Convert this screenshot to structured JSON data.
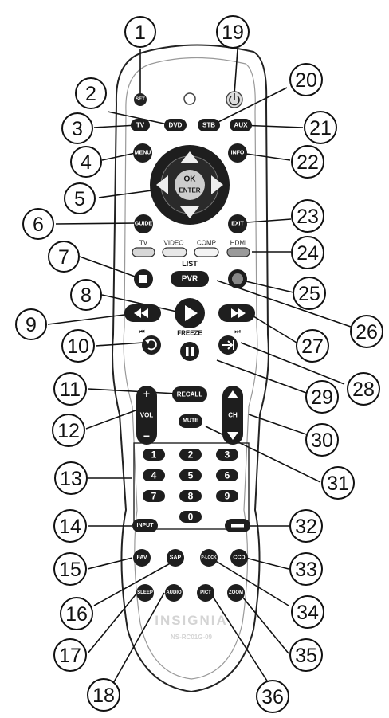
{
  "remote": {
    "brand": "INSIGNIA",
    "model": "NS-RC01G-09"
  },
  "buttons": {
    "set": "SET",
    "tv": "TV",
    "dvd": "DVD",
    "stb": "STB",
    "aux": "AUX",
    "menu": "MENU",
    "info": "INFO",
    "ok": "OK",
    "enter": "ENTER",
    "guide": "GUIDE",
    "exit": "EXIT",
    "source_tv": "TV",
    "source_video": "VIDEO",
    "source_comp": "COMP",
    "source_hdmi": "HDMI",
    "list": "LIST",
    "pvr": "PVR",
    "freeze": "FREEZE",
    "recall": "RECALL",
    "vol": "VOL",
    "ch": "CH",
    "mute": "MUTE",
    "digits": [
      "1",
      "2",
      "3",
      "4",
      "5",
      "6",
      "7",
      "8",
      "9",
      "0"
    ],
    "input": "INPUT",
    "fav": "FAV",
    "sap": "SAP",
    "plock": "P-LOCK",
    "ccd": "CCD",
    "sleep": "SLEEP",
    "audio": "AUDIO",
    "pict": "PICT",
    "zoom": "ZOOM"
  },
  "callouts": [
    "1",
    "2",
    "3",
    "4",
    "5",
    "6",
    "7",
    "8",
    "9",
    "10",
    "11",
    "12",
    "13",
    "14",
    "15",
    "16",
    "17",
    "18",
    "19",
    "20",
    "21",
    "22",
    "23",
    "24",
    "25",
    "26",
    "27",
    "28",
    "29",
    "30",
    "31",
    "32",
    "33",
    "34",
    "35",
    "36"
  ]
}
